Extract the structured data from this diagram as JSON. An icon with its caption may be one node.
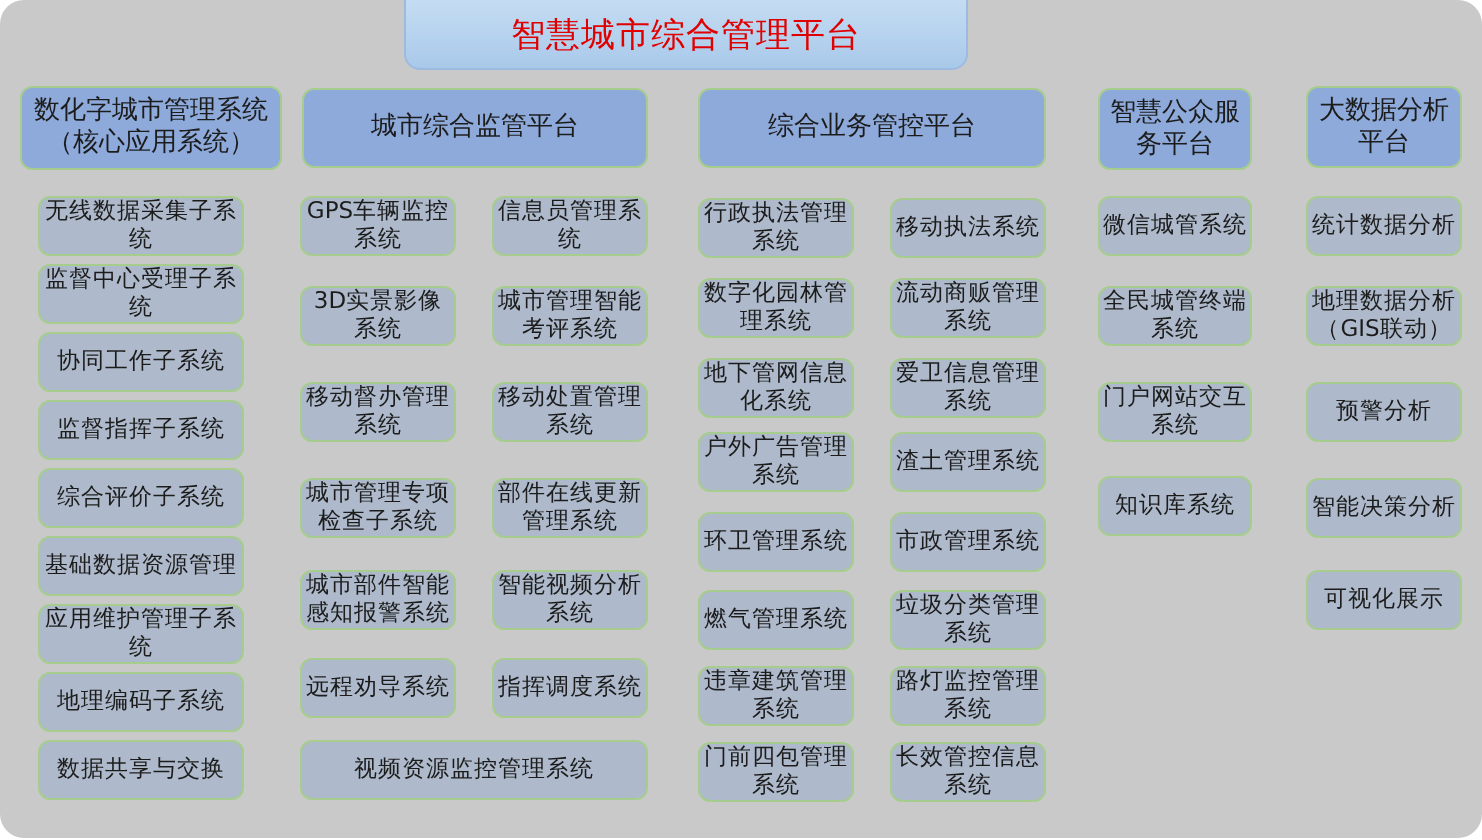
{
  "diagram": {
    "title": "智慧城市综合管理平台",
    "nodes": [
      {
        "text": [
          "数化字城市管理系统（核心应用系统）"
        ]
      },
      {
        "text": [
          "无线数据采集子系统"
        ]
      },
      {
        "text": [
          "监督中心受理子系统"
        ]
      },
      {
        "text": [
          "协同工作子系统"
        ]
      },
      {
        "text": [
          "监督指挥子系统"
        ]
      },
      {
        "text": [
          "综合评价子系统"
        ]
      },
      {
        "text": [
          "基础数据资源管理"
        ]
      },
      {
        "text": [
          "应用维护管理子系统"
        ]
      },
      {
        "text": [
          "地理编码子系统"
        ]
      },
      {
        "text": [
          "数据共享与交换"
        ]
      },
      {
        "text": [
          "城市综合监管平台"
        ]
      },
      {
        "text": [
          "GPS车辆监控系统"
        ]
      },
      {
        "text": [
          "信息员管理系统"
        ]
      },
      {
        "text": [
          "3D实景影像系统"
        ]
      },
      {
        "text": [
          "城市管理智能考评系统"
        ]
      },
      {
        "text": [
          "移动督办管理系统"
        ]
      },
      {
        "text": [
          "移动处置管理系统"
        ]
      },
      {
        "text": [
          "城市管理专项检查子系统"
        ]
      },
      {
        "text": [
          "部件在线更新管理系统"
        ]
      },
      {
        "text": [
          "城市部件智能感知报警系统"
        ]
      },
      {
        "text": [
          "智能视频分析系统"
        ]
      },
      {
        "text": [
          "远程劝导系统"
        ]
      },
      {
        "text": [
          "指挥调度系统"
        ]
      },
      {
        "text": [
          "视频资源监控管理系统"
        ]
      },
      {
        "text": [
          "综合业务管控平台"
        ]
      },
      {
        "text": [
          "行政执法管理系统"
        ]
      },
      {
        "text": [
          "移动执法系统"
        ]
      },
      {
        "text": [
          "数字化园林管理系统"
        ]
      },
      {
        "text": [
          "流动商贩管理系统"
        ]
      },
      {
        "text": [
          "地下管网信息化系统"
        ]
      },
      {
        "text": [
          "爱卫信息管理系统"
        ]
      },
      {
        "text": [
          "户外广告管理系统"
        ]
      },
      {
        "text": [
          "渣土管理系统"
        ]
      },
      {
        "text": [
          "环卫管理系统"
        ]
      },
      {
        "text": [
          "市政管理系统"
        ]
      },
      {
        "text": [
          "燃气管理系统"
        ]
      },
      {
        "text": [
          "垃圾分类管理系统"
        ]
      },
      {
        "text": [
          "违章建筑管理系统"
        ]
      },
      {
        "text": [
          "路灯监控管理系统"
        ]
      },
      {
        "text": [
          "门前四包管理系统"
        ]
      },
      {
        "text": [
          "长效管控信息系统"
        ]
      },
      {
        "text": [
          "智慧公众服务平台"
        ]
      },
      {
        "text": [
          "微信城管系统"
        ]
      },
      {
        "text": [
          "全民城管终端系统"
        ]
      },
      {
        "text": [
          "门户网站交互系统"
        ]
      },
      {
        "text": [
          "知识库系统"
        ]
      },
      {
        "text": [
          "大数据分析平台"
        ]
      },
      {
        "text": [
          "统计数据分析"
        ]
      },
      {
        "text": [
          "地理数据分析（GIS联动）"
        ]
      },
      {
        "text": [
          "预警分析"
        ]
      },
      {
        "text": [
          "智能决策分析"
        ]
      },
      {
        "text": [
          "可视化展示"
        ]
      }
    ]
  }
}
